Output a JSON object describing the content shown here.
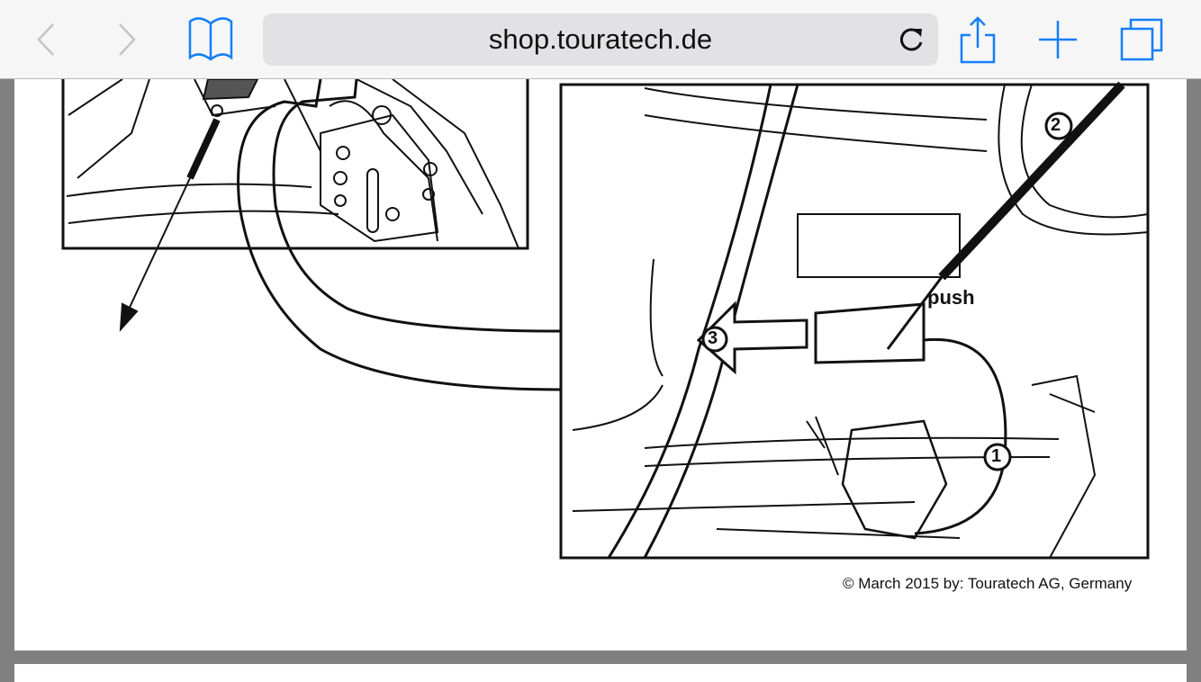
{
  "browser": {
    "url": "shop.touratech.de",
    "accent": "#147efb"
  },
  "document": {
    "callouts": {
      "step1": "1",
      "step2": "2",
      "step3": "3",
      "push": "push"
    },
    "copyright": "© March 2015 by: Touratech AG, Germany"
  }
}
